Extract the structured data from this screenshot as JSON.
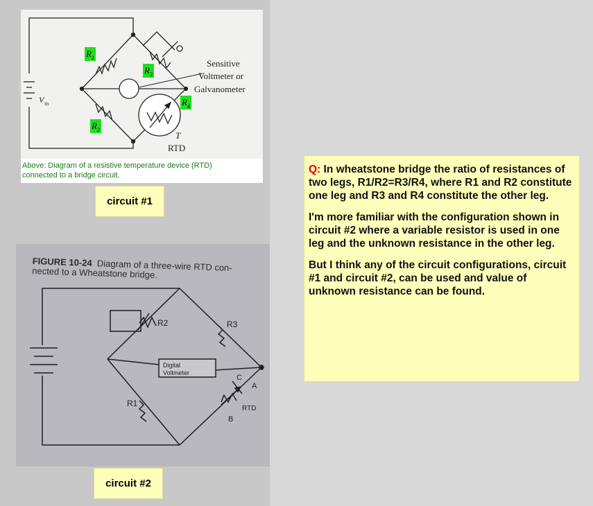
{
  "circuit1": {
    "labels": {
      "r1": "R",
      "r1_sub": "1",
      "r2": "R",
      "r2_sub": "2",
      "r3": "R",
      "r3_sub": "3",
      "r4": "R",
      "r4_sub": "4",
      "vin": "V",
      "vin_sub": "in",
      "meter_line1": "Sensitive",
      "meter_line2": "Voltmeter or",
      "meter_line3": "Galvanometer",
      "t": "T",
      "rtd": "RTD"
    },
    "caption_line1": "Above: Diagram of a resistive temperature device (RTD)",
    "caption_line2": "connected to a bridge circuit.",
    "name": "circuit #1",
    "colors": {
      "tag": "#22dd22",
      "caption": "#1a7a1a"
    }
  },
  "circuit2": {
    "figure_number": "FIGURE 10-24",
    "figure_title_1": "Diagram of a three-wire RTD con-",
    "figure_title_2": "nected to a Wheatstone bridge.",
    "labels": {
      "r1": "R1",
      "r2": "R2",
      "r3": "R3",
      "voltmeter_1": "Digital",
      "voltmeter_2": "Voltmeter",
      "a": "A",
      "b": "B",
      "c": "C",
      "rtd": "RTD"
    },
    "name": "circuit #2"
  },
  "question": {
    "q_label": "Q:",
    "p1": "In wheatstone bridge the ratio of resistances of two legs, R1/R2=R3/R4, where R1 and R2 constitute one leg and R3 and R4 constitute the other leg.",
    "p2": "I'm more familiar with the configuration shown in circuit #2 where a variable resistor is used in one leg and the unknown resistance in the other leg.",
    "p3": "But I think any of the circuit configurations, circuit #1 and circuit #2, can be used and value of unknown resistance can be found.",
    "colors": {
      "q_label": "#dd0000",
      "box": "#ffffbb"
    }
  }
}
